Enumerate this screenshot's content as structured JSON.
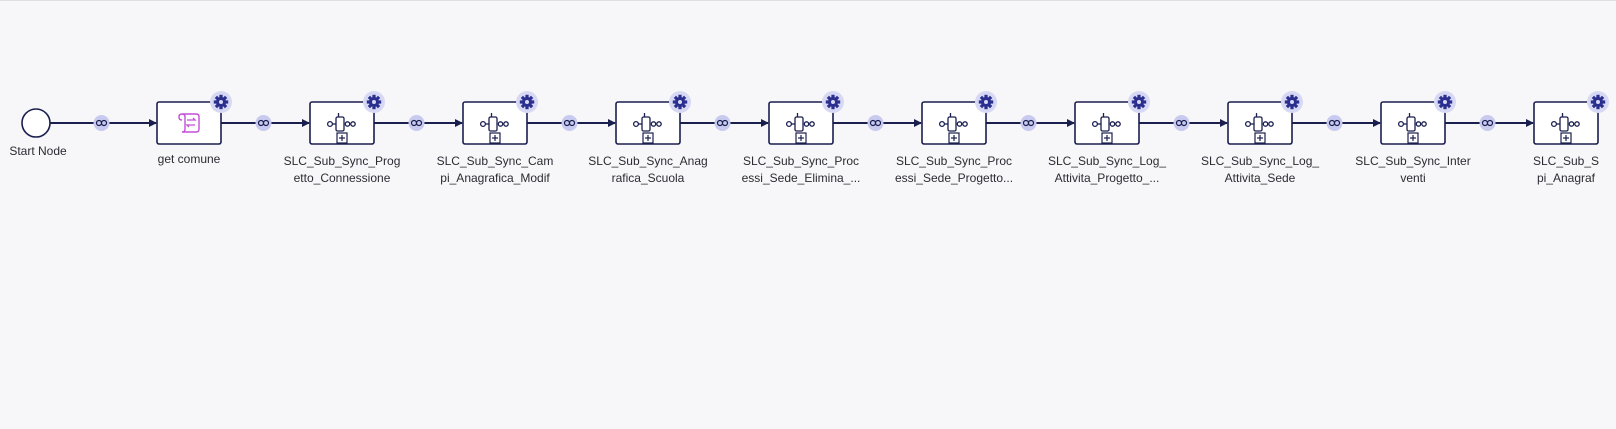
{
  "start": {
    "label": "Start Node"
  },
  "nodes": [
    {
      "type": "script",
      "icon": "script-task-icon",
      "label": "get comune"
    },
    {
      "type": "subprocess",
      "icon": "subprocess-icon",
      "label": "SLC_Sub_Sync_Prog\netto_Connessione"
    },
    {
      "type": "subprocess",
      "icon": "subprocess-icon",
      "label": "SLC_Sub_Sync_Cam\npi_Anagrafica_Modif"
    },
    {
      "type": "subprocess",
      "icon": "subprocess-icon",
      "label": "SLC_Sub_Sync_Anag\nrafica_Scuola"
    },
    {
      "type": "subprocess",
      "icon": "subprocess-icon",
      "label": "SLC_Sub_Sync_Proc\nessi_Sede_Elimina_..."
    },
    {
      "type": "subprocess",
      "icon": "subprocess-icon",
      "label": "SLC_Sub_Sync_Proc\nessi_Sede_Progetto..."
    },
    {
      "type": "subprocess",
      "icon": "subprocess-icon",
      "label": "SLC_Sub_Sync_Log_\nAttivita_Progetto_..."
    },
    {
      "type": "subprocess",
      "icon": "subprocess-icon",
      "label": "SLC_Sub_Sync_Log_\nAttivita_Sede"
    },
    {
      "type": "subprocess",
      "icon": "subprocess-icon",
      "label": "SLC_Sub_Sync_Inter\nventi"
    },
    {
      "type": "subprocess",
      "icon": "subprocess-icon",
      "label": "SLC_Sub_S\npi_Anagraf"
    }
  ],
  "colors": {
    "background": "#f7f7f9",
    "stroke": "#1a1f4e",
    "node_fill": "#ffffff",
    "badge_fill": "#d7d8f3",
    "gear": "#2a2f8f",
    "link_badge": "#c9caef",
    "script_icon": "#c24fd6"
  }
}
